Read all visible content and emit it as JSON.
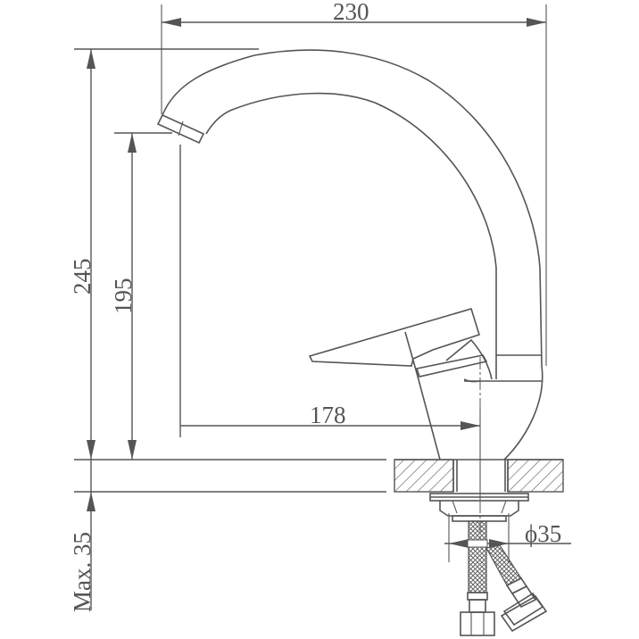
{
  "drawing": {
    "subject": "single-lever kitchen faucet",
    "line_color": "#555555",
    "background": "#ffffff"
  },
  "dimensions": {
    "overall_width": "230",
    "overall_height": "245",
    "spout_height": "195",
    "spout_reach": "178",
    "max_countertop_thickness": "Max. 35",
    "mounting_hole_diameter": "ϕ35"
  }
}
